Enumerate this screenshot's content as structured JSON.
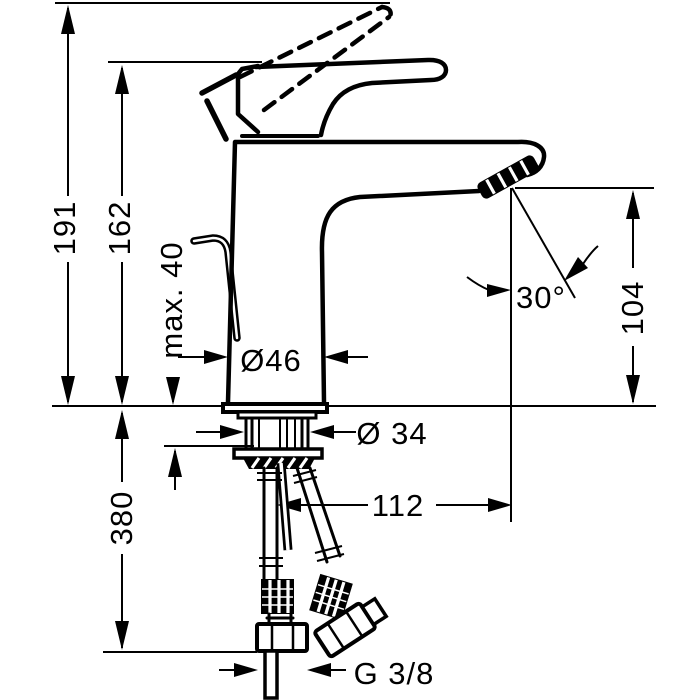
{
  "labels": {
    "height_total": "191",
    "height_spout_top": "162",
    "max_deck_thickness": "max. 40",
    "body_diameter": "Ø46",
    "shank_diameter": "Ø 34",
    "spout_outlet_height": "104",
    "aerator_angle": "30°",
    "spout_reach": "112",
    "hose_length": "380",
    "connection_thread": "G 3/8"
  },
  "colors": {
    "ink": "#000000",
    "background": "#ffffff"
  }
}
